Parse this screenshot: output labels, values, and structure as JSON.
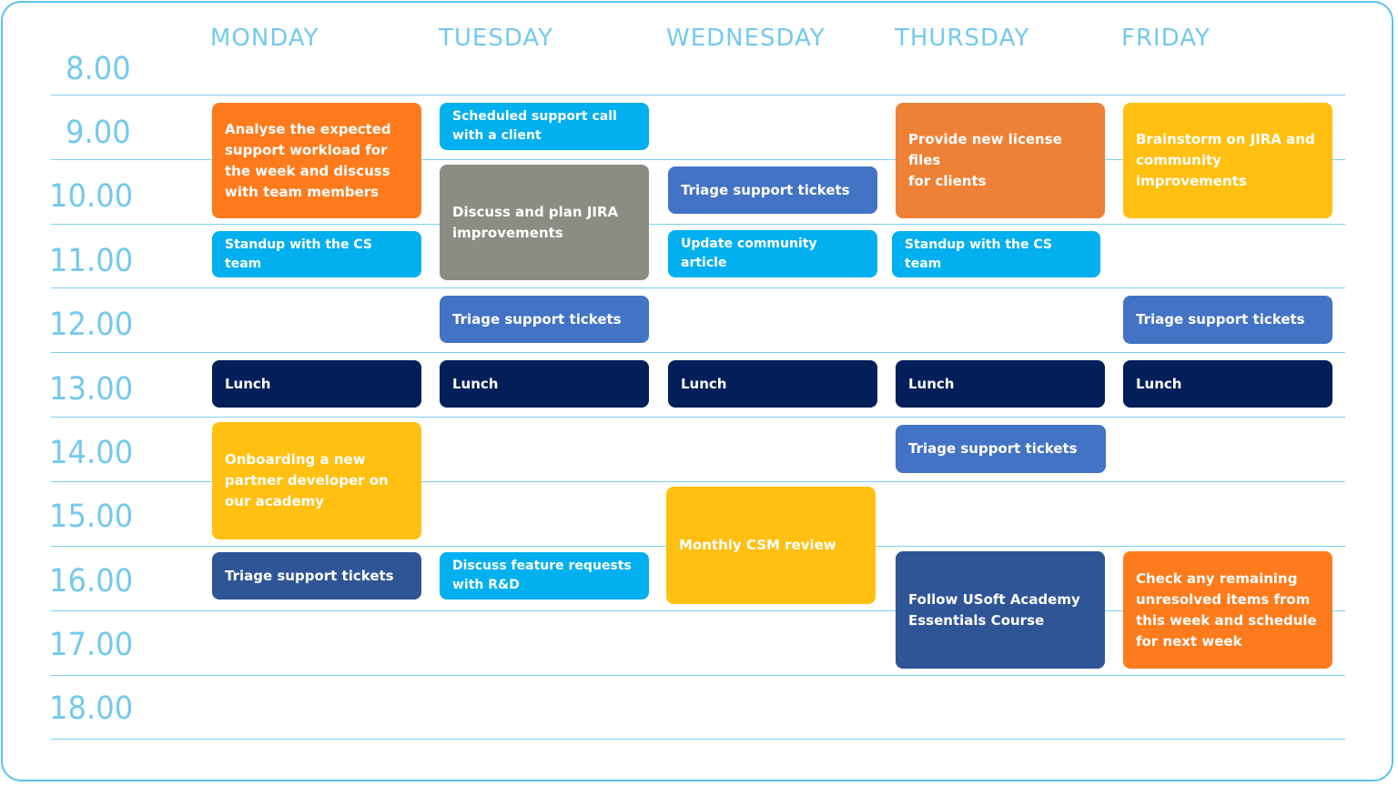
{
  "colors": {
    "frame_border": "#5bc2ea",
    "header_text": "#74c9ee",
    "grid_line": "#7fcff0",
    "orange": "#fd7b1c",
    "light_orange": "#ee8136",
    "light_blue": "#02b0ef",
    "gray": "#8c8c82",
    "medium_blue": "#4373c5",
    "navy": "#031f5a",
    "yellow": "#ffc012",
    "steel_blue": "#2f5597"
  },
  "days": [
    "MONDAY",
    "TUESDAY",
    "WEDNESDAY",
    "THURSDAY",
    "FRIDAY"
  ],
  "times": [
    "8.00",
    "9.00",
    "10.00",
    "11.00",
    "12.00",
    "13.00",
    "14.00",
    "15.00",
    "16.00",
    "17.00",
    "18.00"
  ],
  "events": {
    "mon_1": {
      "title": "Analyse the expected\nsupport workload for\nthe week and discuss\nwith team members",
      "color": "orange"
    },
    "mon_2": {
      "title": "Standup with the CS team",
      "color": "light_blue"
    },
    "mon_3": {
      "title": "Lunch",
      "color": "navy"
    },
    "mon_4": {
      "title": "Onboarding a new\npartner developer on\nour academy",
      "color": "yellow"
    },
    "mon_5": {
      "title": "Triage support tickets",
      "color": "steel_blue"
    },
    "tue_1": {
      "title": "Scheduled support call\nwith a client",
      "color": "light_blue"
    },
    "tue_2": {
      "title": "Discuss and plan JIRA\nimprovements",
      "color": "gray"
    },
    "tue_3": {
      "title": "Triage support tickets",
      "color": "medium_blue"
    },
    "tue_4": {
      "title": "Lunch",
      "color": "navy"
    },
    "tue_5": {
      "title": "Discuss feature requests\nwith R&D",
      "color": "light_blue"
    },
    "wed_1": {
      "title": "Triage support tickets",
      "color": "medium_blue"
    },
    "wed_2": {
      "title": "Update community article",
      "color": "light_blue"
    },
    "wed_3": {
      "title": "Lunch",
      "color": "navy"
    },
    "wed_4": {
      "title": "Monthly CSM review",
      "color": "yellow"
    },
    "thu_1": {
      "title": "Provide new license files\nfor clients",
      "color": "light_orange"
    },
    "thu_2": {
      "title": "Standup with the CS team",
      "color": "light_blue"
    },
    "thu_3": {
      "title": "Lunch",
      "color": "navy"
    },
    "thu_4": {
      "title": "Triage support tickets",
      "color": "medium_blue"
    },
    "thu_5": {
      "title": "Follow USoft Academy\nEssentials Course",
      "color": "steel_blue"
    },
    "fri_1": {
      "title": "Brainstorm on JIRA and\ncommunity\nimprovements",
      "color": "yellow"
    },
    "fri_2": {
      "title": "Triage support tickets",
      "color": "medium_blue"
    },
    "fri_3": {
      "title": "Lunch",
      "color": "navy"
    },
    "fri_4": {
      "title": "Check any remaining\nunresolved items from\nthis week and schedule\nfor next week",
      "color": "orange"
    }
  }
}
